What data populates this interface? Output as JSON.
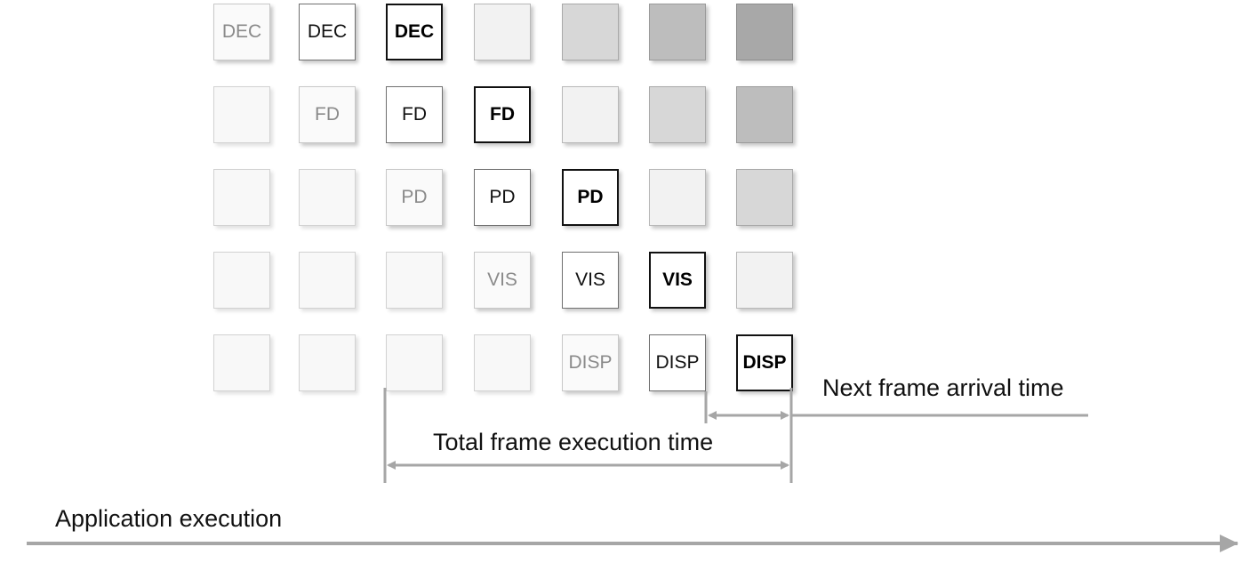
{
  "colors": {
    "line": "#a6a6a6",
    "text": "#111111"
  },
  "grid": {
    "rows": [
      [
        {
          "text": "DEC",
          "style": "faint"
        },
        {
          "text": "DEC",
          "style": "normal"
        },
        {
          "text": "DEC",
          "style": "strong"
        },
        {
          "text": "",
          "style": "empty1"
        },
        {
          "text": "",
          "style": "empty2"
        },
        {
          "text": "",
          "style": "empty3"
        },
        {
          "text": "",
          "style": "empty4"
        }
      ],
      [
        {
          "text": "",
          "style": "empty0"
        },
        {
          "text": "FD",
          "style": "faint"
        },
        {
          "text": "FD",
          "style": "normal"
        },
        {
          "text": "FD",
          "style": "strong"
        },
        {
          "text": "",
          "style": "empty1"
        },
        {
          "text": "",
          "style": "empty2"
        },
        {
          "text": "",
          "style": "empty3"
        }
      ],
      [
        {
          "text": "",
          "style": "empty0"
        },
        {
          "text": "",
          "style": "empty0"
        },
        {
          "text": "PD",
          "style": "faint"
        },
        {
          "text": "PD",
          "style": "normal"
        },
        {
          "text": "PD",
          "style": "strong"
        },
        {
          "text": "",
          "style": "empty1"
        },
        {
          "text": "",
          "style": "empty2"
        }
      ],
      [
        {
          "text": "",
          "style": "empty0"
        },
        {
          "text": "",
          "style": "empty0"
        },
        {
          "text": "",
          "style": "empty0"
        },
        {
          "text": "VIS",
          "style": "faint"
        },
        {
          "text": "VIS",
          "style": "normal"
        },
        {
          "text": "VIS",
          "style": "strong"
        },
        {
          "text": "",
          "style": "empty1"
        }
      ],
      [
        {
          "text": "",
          "style": "empty0"
        },
        {
          "text": "",
          "style": "empty0"
        },
        {
          "text": "",
          "style": "empty0"
        },
        {
          "text": "",
          "style": "empty0"
        },
        {
          "text": "DISP",
          "style": "faint"
        },
        {
          "text": "DISP",
          "style": "normal"
        },
        {
          "text": "DISP",
          "style": "strong"
        }
      ]
    ]
  },
  "labels": {
    "next_frame": "Next frame arrival time",
    "total_frame": "Total frame execution time",
    "application": "Application execution"
  }
}
